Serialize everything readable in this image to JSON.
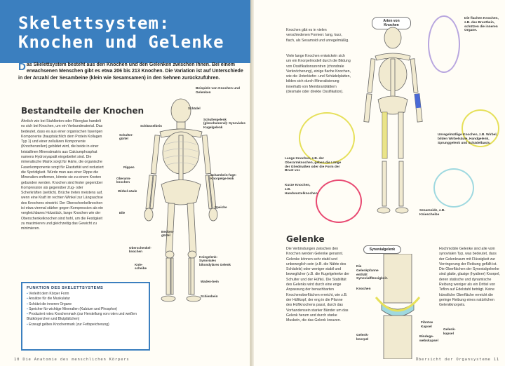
{
  "left": {
    "title_line1": "Skelettsystem:",
    "title_line2": "Knochen und Gelenke",
    "intro_dropcap": "D",
    "intro": "as Skelettsystem besteht aus den Knochen und den Gelenken zwischen ihnen. Bei einem erwachsenen Menschen gibt es etwa 206 bis 213 Knochen. Die Variation ist auf Unterschiede in der Anzahl der Sesambeine (klein wie Sesamsamen) in den Sehnen zurückzuführen.",
    "heading": "Bestandteile der Knochen",
    "body": "Ähnlich wie bei Stahlbeton oder Fiberglas handelt es sich bei Knochen, um ein Verbundmaterial. Das bedeutet, dass es aus einer organischen faserigen Komponente (hauptsächlich dem Protein Kollagen Typ 1) und einer zellulären Komponente (Knochenzellen) gebildet wird, die beide in einer kristallinen Mineralmatrix aus Calciumphosphat namens Hydroxyapatit eingebettet sind. Die mineralische Matrix sorgt für Härte, die organische Faserkomponente sorgt für Elastizität und reduziert die Sprödigkeit. Würde man aus einer Rippe die Mineralien entfernen, könnte sie zu einem Knoten gebunden werden. Knochen sind fester gegenüber Kompression als gegenüber Zug- oder Scherkräften (seitlich). Brüche treten meistens auf, wenn eine Kraft im rechten Winkel zur Längsachse des Knochens einwirkt. Der Oberschenkelknochen ist etwa viermal stärker gegen Kompression als ein vergleichbares Holzstück, lange Knochen wie der Oberschenkelknochen sind hohl, um die Festigkeit zu maximieren und gleichzeitig das Gewicht zu minimieren.",
    "box_title": "FUNKTION DES SKELETTSYSTEMS",
    "box_items": [
      "Verleiht dem Körper Form",
      "Ansätze für die Muskulatur",
      "Schützt die inneren Organe",
      "Speicher für wichtige Mineralien (Kalzium und Phosphor)",
      "Produziert rotes Knochenmark (zur Herstellung von roten und weißen Blutkörperchen und Blutplättchen)",
      "Erzeugt gelbes Knochenmark (zur Fettspeicherung)"
    ],
    "skeleton_caption": "Beispiele von Knochen und Gelenken",
    "labels": {
      "schaedel": "Schädel",
      "schluesselbein": "Schlüsselbein",
      "schultergelenk": "Schultergelenk (glenohumeral): Synoviales Kugelgelenk",
      "schultergurtel": "Schulter-gürtel",
      "rippen": "Rippen",
      "oberarm": "Oberarm-knochen",
      "wirbel": "Wirbel-säule",
      "elle": "Elle",
      "schambein": "Schambein-fuge: Knorpelge-lenk",
      "speiche": "Speiche",
      "becken": "Becken-gürtel",
      "oberschenkel": "Oberschenkel-knochen",
      "knie": "Knie-scheibe",
      "kniegelenk": "Kniegelenk: Synoviales bikondyläres Gelenk",
      "waden": "Waden-bein",
      "schien": "Schienbein"
    },
    "footer": "10 Die Anatomie des menschlichen Körpers"
  },
  "right": {
    "col1": "Knochen gibt es in vielen verschiedenen Formen: lang, kurz, flach, als Sesamoid und unregelmäßig.",
    "col2": "Viele lange Knochen entwickeln sich um ein Knorpelmodell durch die Bildung von Ossifikationszentren (chondrale Verknöcherung), einige flache Knochen, wie die Unterkiefer- und Schädelplatten, bilden sich durch Mineralisierung innerhalb von Membranblättern (desmale oder direkte Ossifikation).",
    "arten_label": "Arten von Knochen",
    "flach_label": "Die flachen Knochen, z.B. das Brustbein, schützen die inneren Organe.",
    "lang_label": "Lange Knochen, z.B. der Oberarmknochen, geben die Länge der Gliedmaßen oder die Form der Brust vor.",
    "kurz_label": "Kurze Knochen, z.B. Handwurzelknochen",
    "unregel_label": "Unregelmäßige Knochen, z.B. Wirbel, bilden Wirbelsäule, Handgelenk, Sprunggelenk und Schädelbasis.",
    "sesam_label": "Sesamoide, z.B. Kniescheibe",
    "gelenke_heading": "Gelenke",
    "gelenke_text": "Die Verbindungen zwischen den Knochen werden Gelenke genannt. Gelenke können sehr stabil und unbeweglich sein (z.B. die Nähte des Schädels) oder weniger stabil und beweglicher (z.B. die Kugelgelenke der Schulter und der Hüfte). Die Stabilität des Gelenks wird durch eine enge Anpassung der benachbarten Knochenoberflächen erreicht, wie z.B. der Hüftkopf, der eng in die Pfanne des Hüftknochens passt, durch das Vorhandensein starker Bänder um das Gelenk herum und durch starke Muskeln, die das Gelenk kreuzen.",
    "synovial_label": "Synovialgelenk",
    "syn_l1": "Die Gelenkpfanne enthält Synovialflüssigkeit.",
    "syn_l2": "Knochen",
    "syn_l3": "Gelenk-knorpel",
    "syn_l4": "Fibröse Kapsel",
    "syn_l5": "Bindege-webskapsel",
    "syn_l6": "Gelenk-kapsel",
    "col3": "Hochmobile Gelenke sind alle vom synovialen Typ, was bedeutet, dass der Gelenkraum mit Flüssigkeit zur Verringerung der Reibung gefüllt ist. Die Oberflächen der Synovialgelenke sind glatte, glasige (hyaliner) Knorpel, deren statische und dynamische Reibung weniger als ein Drittel von Teflon auf Edelstahl beträgt. Keine künstliche Oberfläche erreicht die geringe Reibung eines natürlichen Gelenkknorpels.",
    "footer": "Übersicht der Organsysteme 11"
  },
  "colors": {
    "accent": "#3b7fbf",
    "lang": "#e6e05a",
    "flach": "#b8a6df",
    "kurz": "#e84a72",
    "irreg": "#e6e05a",
    "sesam": "#9fd9e0"
  }
}
